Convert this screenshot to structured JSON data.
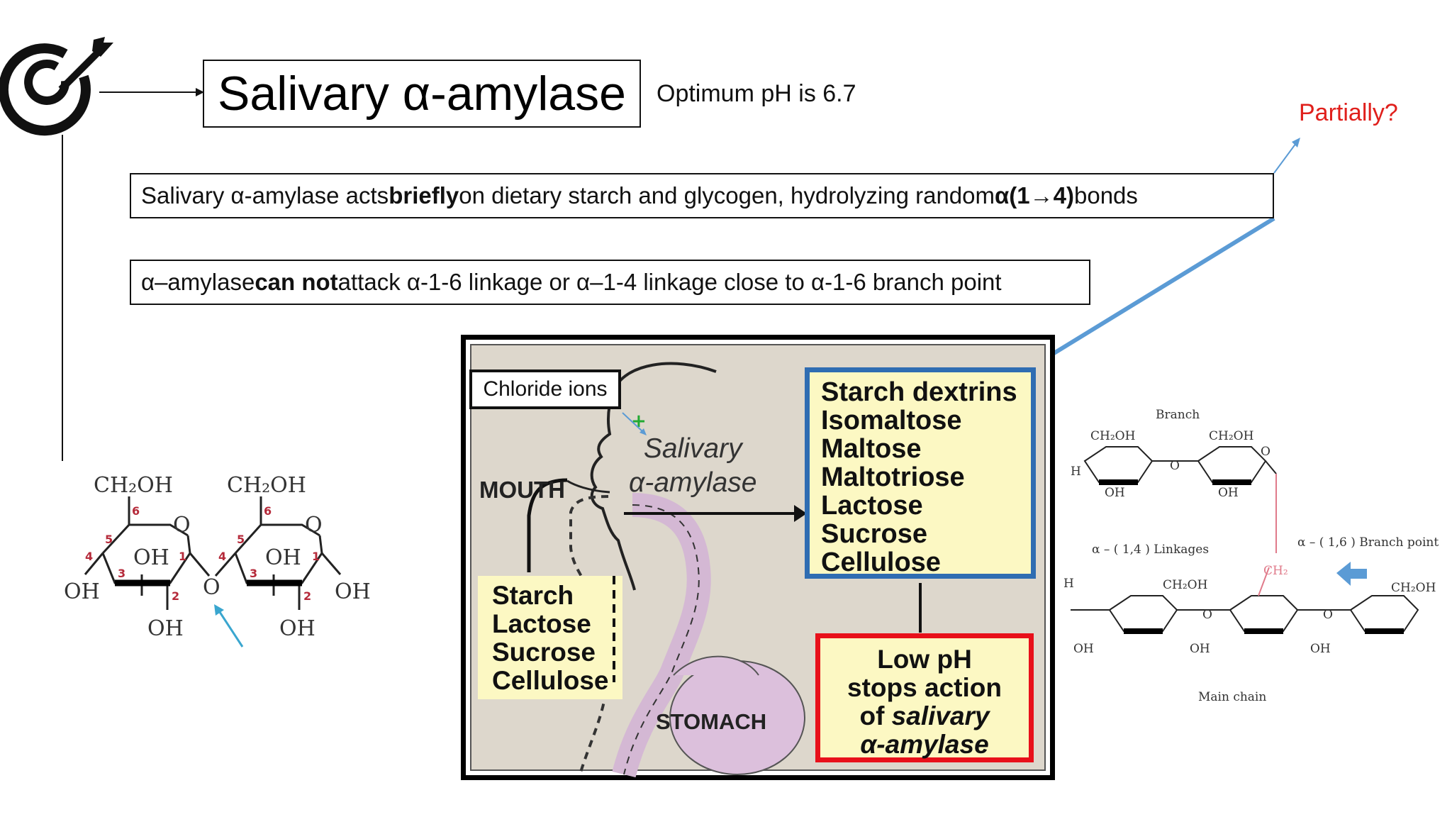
{
  "header": {
    "title": "Salivary α-amylase",
    "optimum": "Optimum pH is 6.7",
    "note": "Partially?"
  },
  "statements": {
    "first": {
      "part1": "Salivary α-amylase acts ",
      "bold1": "briefly",
      "part2": " on dietary starch and glycogen, hydrolyzing random ",
      "bold2": "α(1→4)",
      "part3": " bonds"
    },
    "second": {
      "part1": "α–amylase ",
      "bold1": "can not",
      "part2": " attack α-1-6 linkage or α–1-4 linkage close to α-1-6 branch point"
    }
  },
  "figure": {
    "chloride": "Chloride ions",
    "mouth": "MOUTH",
    "stomach": "STOMACH",
    "enzyme_line1": "Salivary",
    "enzyme_line2": "α-amylase",
    "inputs": [
      "Starch",
      "Lactose",
      "Sucrose",
      "Cellulose"
    ],
    "outputs": [
      "Starch dextrins",
      "Isomaltose",
      "Maltose",
      "Maltotriose",
      "Lactose",
      "Sucrose",
      "Cellulose"
    ],
    "lowph_line1": "Low pH",
    "lowph_line2": "stops action",
    "lowph_line3a": "of ",
    "lowph_line3b": "salivary",
    "lowph_line4": "α-amylase"
  },
  "maltose": {
    "ch2oh": "CH₂OH",
    "oh": "OH",
    "o": "O",
    "nums": [
      "6",
      "5",
      "4",
      "3",
      "2",
      "1"
    ]
  },
  "glycogen": {
    "branch": "Branch",
    "linkages": "α – ( 1,4 ) Linkages",
    "branch_point": "α – ( 1,6 ) Branch point",
    "main_chain": "Main chain",
    "ch2oh": "CH₂OH",
    "ch2": "CH₂",
    "h": "H",
    "oh": "OH",
    "o": "O"
  },
  "colors": {
    "accent_red": "#e0201c",
    "blue_box": "#2f6db2",
    "red_box": "#e8101a",
    "arrow_blue": "#5b9bd5",
    "yellow": "#fcf8c3"
  }
}
